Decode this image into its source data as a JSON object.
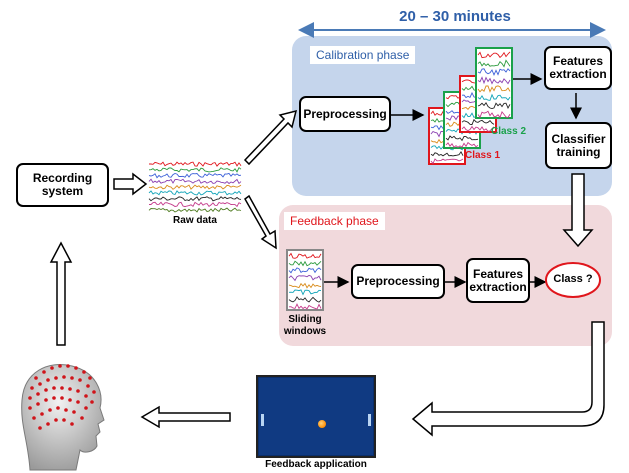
{
  "duration_label": "20 – 30 minutes",
  "calibration": {
    "title": "Calibration phase",
    "preprocessing": "Preprocessing",
    "features": "Features extraction",
    "classifier": "Classifier training",
    "class1": "Class 1",
    "class2": "Class 2"
  },
  "feedback_phase": {
    "title": "Feedback phase",
    "preprocessing": "Preprocessing",
    "features": "Features extraction",
    "class_query": "Class ?",
    "sliding_windows": "Sliding windows"
  },
  "recording_system": "Recording system",
  "raw_data": "Raw data",
  "feedback_application": "Feedback application",
  "colors": {
    "calibration_bg": "#c5d5ec",
    "feedback_bg": "#f1d9dc",
    "class1": "#e0161c",
    "class2": "#1aa14a",
    "arrow_blue": "#4a7ab6",
    "calibration_title": "#2f5fa8",
    "feedback_title": "#e0161c"
  }
}
